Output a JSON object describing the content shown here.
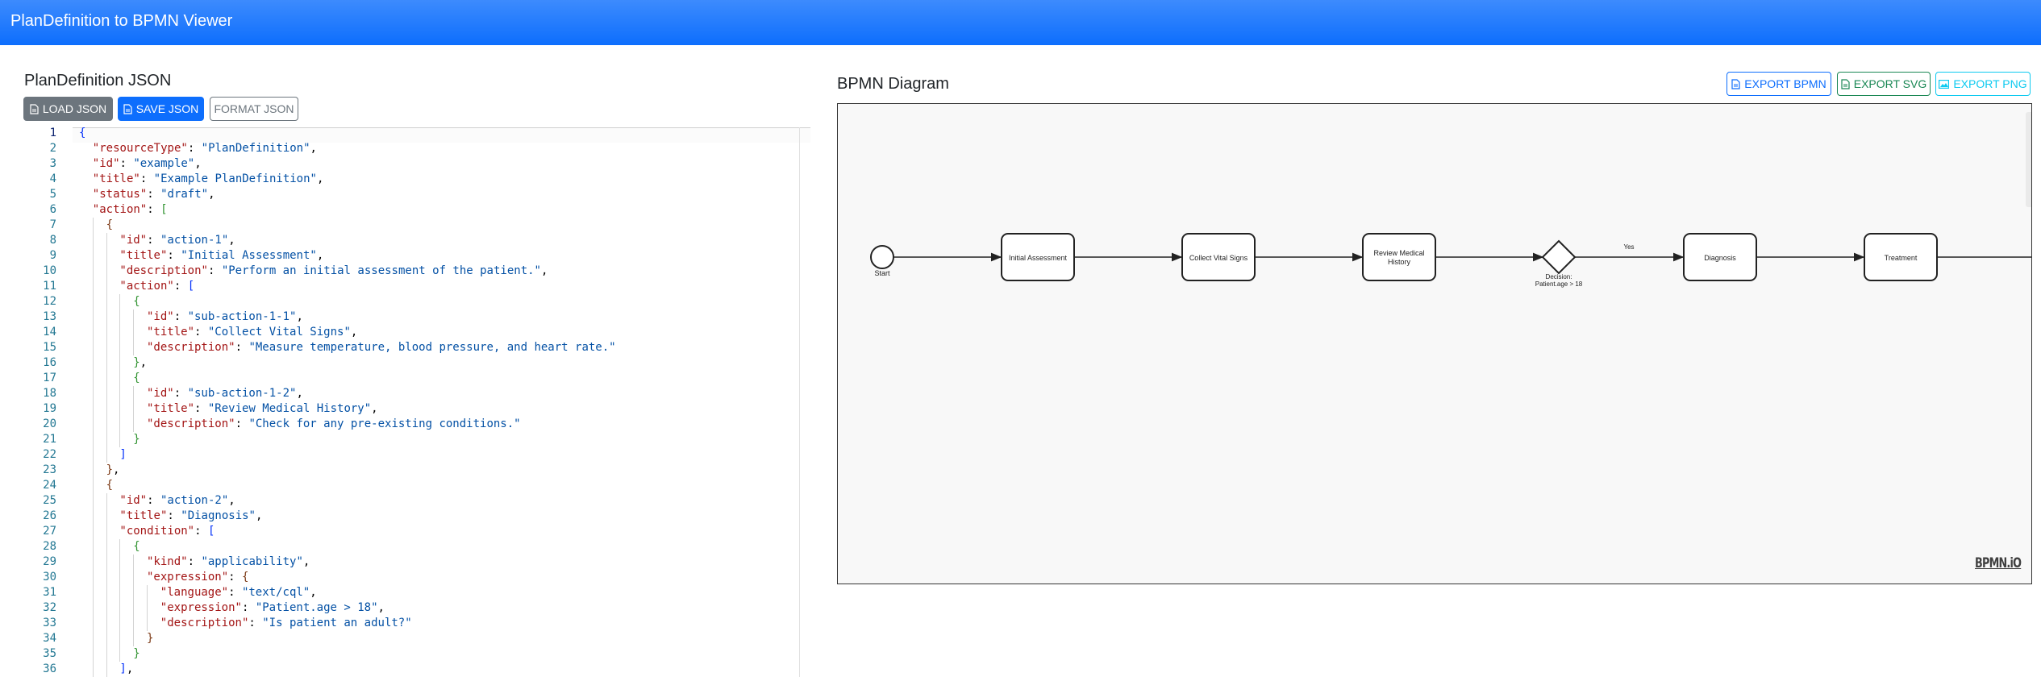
{
  "navbar": {
    "title": "PlanDefinition to BPMN Viewer"
  },
  "json_panel": {
    "title": "PlanDefinition JSON",
    "buttons": {
      "load": "LOAD JSON",
      "save": "SAVE JSON",
      "format": "FORMAT JSON"
    },
    "active_line": 1,
    "lines": [
      {
        "n": "1",
        "indent": 0,
        "tokens": [
          [
            "b1",
            "{"
          ]
        ]
      },
      {
        "n": "2",
        "indent": 1,
        "tokens": [
          [
            "k",
            "\"resourceType\""
          ],
          [
            "p",
            ": "
          ],
          [
            "s",
            "\"PlanDefinition\""
          ],
          [
            "p",
            ","
          ]
        ]
      },
      {
        "n": "3",
        "indent": 1,
        "tokens": [
          [
            "k",
            "\"id\""
          ],
          [
            "p",
            ": "
          ],
          [
            "s",
            "\"example\""
          ],
          [
            "p",
            ","
          ]
        ]
      },
      {
        "n": "4",
        "indent": 1,
        "tokens": [
          [
            "k",
            "\"title\""
          ],
          [
            "p",
            ": "
          ],
          [
            "s",
            "\"Example PlanDefinition\""
          ],
          [
            "p",
            ","
          ]
        ]
      },
      {
        "n": "5",
        "indent": 1,
        "tokens": [
          [
            "k",
            "\"status\""
          ],
          [
            "p",
            ": "
          ],
          [
            "s",
            "\"draft\""
          ],
          [
            "p",
            ","
          ]
        ]
      },
      {
        "n": "6",
        "indent": 1,
        "tokens": [
          [
            "k",
            "\"action\""
          ],
          [
            "p",
            ": "
          ],
          [
            "b2",
            "["
          ]
        ]
      },
      {
        "n": "7",
        "indent": 2,
        "tokens": [
          [
            "b3",
            "{"
          ]
        ]
      },
      {
        "n": "8",
        "indent": 3,
        "tokens": [
          [
            "k",
            "\"id\""
          ],
          [
            "p",
            ": "
          ],
          [
            "s",
            "\"action-1\""
          ],
          [
            "p",
            ","
          ]
        ]
      },
      {
        "n": "9",
        "indent": 3,
        "tokens": [
          [
            "k",
            "\"title\""
          ],
          [
            "p",
            ": "
          ],
          [
            "s",
            "\"Initial Assessment\""
          ],
          [
            "p",
            ","
          ]
        ]
      },
      {
        "n": "10",
        "indent": 3,
        "tokens": [
          [
            "k",
            "\"description\""
          ],
          [
            "p",
            ": "
          ],
          [
            "s",
            "\"Perform an initial assessment of the patient.\""
          ],
          [
            "p",
            ","
          ]
        ]
      },
      {
        "n": "11",
        "indent": 3,
        "tokens": [
          [
            "k",
            "\"action\""
          ],
          [
            "p",
            ": "
          ],
          [
            "b1",
            "["
          ]
        ]
      },
      {
        "n": "12",
        "indent": 4,
        "tokens": [
          [
            "b2",
            "{"
          ]
        ]
      },
      {
        "n": "13",
        "indent": 5,
        "tokens": [
          [
            "k",
            "\"id\""
          ],
          [
            "p",
            ": "
          ],
          [
            "s",
            "\"sub-action-1-1\""
          ],
          [
            "p",
            ","
          ]
        ]
      },
      {
        "n": "14",
        "indent": 5,
        "tokens": [
          [
            "k",
            "\"title\""
          ],
          [
            "p",
            ": "
          ],
          [
            "s",
            "\"Collect Vital Signs\""
          ],
          [
            "p",
            ","
          ]
        ]
      },
      {
        "n": "15",
        "indent": 5,
        "tokens": [
          [
            "k",
            "\"description\""
          ],
          [
            "p",
            ": "
          ],
          [
            "s",
            "\"Measure temperature, blood pressure, and heart rate.\""
          ]
        ]
      },
      {
        "n": "16",
        "indent": 4,
        "tokens": [
          [
            "b2",
            "}"
          ],
          [
            "p",
            ","
          ]
        ]
      },
      {
        "n": "17",
        "indent": 4,
        "tokens": [
          [
            "b2",
            "{"
          ]
        ]
      },
      {
        "n": "18",
        "indent": 5,
        "tokens": [
          [
            "k",
            "\"id\""
          ],
          [
            "p",
            ": "
          ],
          [
            "s",
            "\"sub-action-1-2\""
          ],
          [
            "p",
            ","
          ]
        ]
      },
      {
        "n": "19",
        "indent": 5,
        "tokens": [
          [
            "k",
            "\"title\""
          ],
          [
            "p",
            ": "
          ],
          [
            "s",
            "\"Review Medical History\""
          ],
          [
            "p",
            ","
          ]
        ]
      },
      {
        "n": "20",
        "indent": 5,
        "tokens": [
          [
            "k",
            "\"description\""
          ],
          [
            "p",
            ": "
          ],
          [
            "s",
            "\"Check for any pre-existing conditions.\""
          ]
        ]
      },
      {
        "n": "21",
        "indent": 4,
        "tokens": [
          [
            "b2",
            "}"
          ]
        ]
      },
      {
        "n": "22",
        "indent": 3,
        "tokens": [
          [
            "b1",
            "]"
          ]
        ]
      },
      {
        "n": "23",
        "indent": 2,
        "tokens": [
          [
            "b3",
            "}"
          ],
          [
            "p",
            ","
          ]
        ]
      },
      {
        "n": "24",
        "indent": 2,
        "tokens": [
          [
            "b3",
            "{"
          ]
        ]
      },
      {
        "n": "25",
        "indent": 3,
        "tokens": [
          [
            "k",
            "\"id\""
          ],
          [
            "p",
            ": "
          ],
          [
            "s",
            "\"action-2\""
          ],
          [
            "p",
            ","
          ]
        ]
      },
      {
        "n": "26",
        "indent": 3,
        "tokens": [
          [
            "k",
            "\"title\""
          ],
          [
            "p",
            ": "
          ],
          [
            "s",
            "\"Diagnosis\""
          ],
          [
            "p",
            ","
          ]
        ]
      },
      {
        "n": "27",
        "indent": 3,
        "tokens": [
          [
            "k",
            "\"condition\""
          ],
          [
            "p",
            ": "
          ],
          [
            "b1",
            "["
          ]
        ]
      },
      {
        "n": "28",
        "indent": 4,
        "tokens": [
          [
            "b2",
            "{"
          ]
        ]
      },
      {
        "n": "29",
        "indent": 5,
        "tokens": [
          [
            "k",
            "\"kind\""
          ],
          [
            "p",
            ": "
          ],
          [
            "s",
            "\"applicability\""
          ],
          [
            "p",
            ","
          ]
        ]
      },
      {
        "n": "30",
        "indent": 5,
        "tokens": [
          [
            "k",
            "\"expression\""
          ],
          [
            "p",
            ": "
          ],
          [
            "b3",
            "{"
          ]
        ]
      },
      {
        "n": "31",
        "indent": 6,
        "tokens": [
          [
            "k",
            "\"language\""
          ],
          [
            "p",
            ": "
          ],
          [
            "s",
            "\"text/cql\""
          ],
          [
            "p",
            ","
          ]
        ]
      },
      {
        "n": "32",
        "indent": 6,
        "tokens": [
          [
            "k",
            "\"expression\""
          ],
          [
            "p",
            ": "
          ],
          [
            "s",
            "\"Patient.age > 18\""
          ],
          [
            "p",
            ","
          ]
        ]
      },
      {
        "n": "33",
        "indent": 6,
        "tokens": [
          [
            "k",
            "\"description\""
          ],
          [
            "p",
            ": "
          ],
          [
            "s",
            "\"Is patient an adult?\""
          ]
        ]
      },
      {
        "n": "34",
        "indent": 5,
        "tokens": [
          [
            "b3",
            "}"
          ]
        ]
      },
      {
        "n": "35",
        "indent": 4,
        "tokens": [
          [
            "b2",
            "}"
          ]
        ]
      },
      {
        "n": "36",
        "indent": 3,
        "tokens": [
          [
            "b1",
            "]"
          ],
          [
            "p",
            ","
          ]
        ]
      }
    ]
  },
  "bpmn_panel": {
    "title": "BPMN Diagram",
    "buttons": {
      "export_bpmn": "EXPORT BPMN",
      "export_svg": "EXPORT SVG",
      "export_png": "EXPORT PNG"
    },
    "watermark": "BPMN.iO",
    "diagram": {
      "start_label": "Start",
      "tasks": [
        {
          "name": "Initial Assessment",
          "lines": [
            "Initial Assessment"
          ]
        },
        {
          "name": "Collect Vital Signs",
          "lines": [
            "Collect Vital Signs"
          ]
        },
        {
          "name": "Review Medical History",
          "lines": [
            "Review Medical",
            "History"
          ]
        },
        {
          "name": "Diagnosis",
          "lines": [
            "Diagnosis"
          ]
        },
        {
          "name": "Treatment",
          "lines": [
            "Treatment"
          ]
        }
      ],
      "gateway_label": [
        "Decision:",
        "Patient.age > 18"
      ],
      "gateway_flow_label": "Yes"
    },
    "zoom_controls": [
      "zoom-in-icon",
      "zoom-out-icon",
      "reset-view-icon",
      "fit-screen-icon"
    ]
  }
}
